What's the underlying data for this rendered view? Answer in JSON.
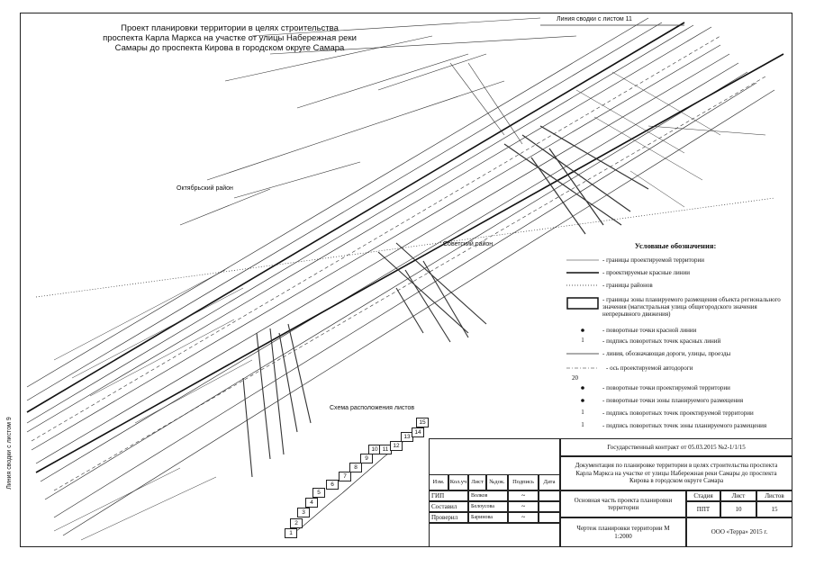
{
  "title": {
    "line1": "Проект планировки территории в целях строительства",
    "line2": "проспекта Карла Маркса на участке от улицы Набережная реки",
    "line3": "Самары до проспекта Кирова в городском округе Самара"
  },
  "labels": {
    "sheet_link_top": "Линия сводки с листом 11",
    "sheet_link_left": "Линия сводки с листом 9",
    "district_1": "Октябрьский район",
    "district_2": "Советский район",
    "scheme_title": "Схема расположения листов",
    "sheet_numbers": [
      "1",
      "2",
      "3",
      "4",
      "5",
      "6",
      "7",
      "8",
      "9",
      "10",
      "11",
      "12",
      "13",
      "14",
      "15"
    ]
  },
  "legend": {
    "title": "Условные обозначения:",
    "items": [
      "- границы проектируемой территории",
      "- проектируемые красные линии",
      "- границы районов",
      "- границы зоны планируемого размещения объекта регионального значения (магистральная улица общегородского значения непрерывного движения)",
      "- поворотные точки красной линии",
      "- подпись поворотных точек красных линий",
      "- линия, обозначающая дороги, улицы, проезды",
      "- ось проектируемой автодороги",
      "- поворотные точки проектируемой территории",
      "- поворотные точки зоны планируемого размещения",
      "- подпись поворотных точек проектируемой территории",
      "- подпись поворотных точек зоны планируемого размещения"
    ],
    "symbol_numbers": [
      "1",
      "20",
      "1",
      "1"
    ]
  },
  "stamp": {
    "contract": "Государственный контракт от 05.03.2015 №2-1/1/15",
    "doc_title": "Документация по планировке территории в целях строительства проспекта Карла Маркса на участке от улицы Набережная реки Самары до проспекта Кирова в городском округе Самара",
    "columns": [
      "Изм.",
      "Кол.уч",
      "Лист",
      "№док.",
      "Подпись",
      "Дата"
    ],
    "roles": [
      {
        "role": "ГИП",
        "name": "Волков"
      },
      {
        "role": "Составил",
        "name": "Белоусова"
      },
      {
        "role": "Проверил",
        "name": "Баринова"
      }
    ],
    "section": "Основная часть проекта планировки территории",
    "stage_header": "Стадия",
    "sheet_header": "Лист",
    "sheets_header": "Листов",
    "stage": "ППТ",
    "sheet": "10",
    "sheets": "15",
    "drawing": "Чертеж планировки территории М 1:2000",
    "org": "ООО «Терра» 2015 г."
  }
}
